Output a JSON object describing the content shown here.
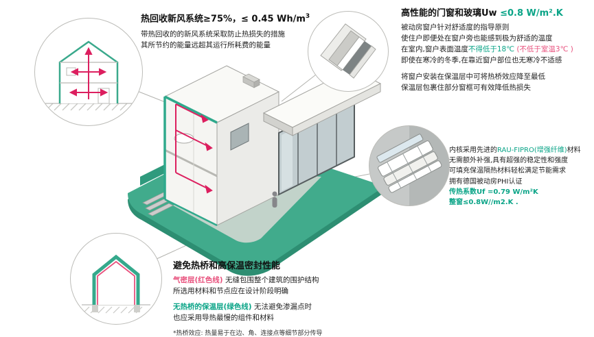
{
  "colors": {
    "accent_green": "#0aa487",
    "accent_pink": "#e8517d",
    "duct_red": "#dc1f5f",
    "ground_teal": "#41ab8c"
  },
  "heat_recovery": {
    "title": "热回收新风系统≥75%，≤ 0.45 Wh/m",
    "title_sup": "3",
    "lines": [
      "带热回收的的新风系统采取防止热损失的措施",
      "其所节约的能量远超其运行所耗费的能量"
    ]
  },
  "windows": {
    "title_black": "高性能的门窗和玻璃Uw ",
    "title_green": "≤0.8 W/m².K",
    "p1": [
      "被动房窗户针对舒适度的指导原则",
      "使住户即便处在窗户旁也能感到极为舒适的温度"
    ],
    "line3_black": "在室内,窗户表面温度",
    "line3_green": "不得低于18℃",
    "line3_pink": " (不低于室温3℃ )",
    "line4": "即使在寒冷的冬季,在靠近窗户部位也无寒冷不适感",
    "p2": [
      "将窗户安装在保温层中可将热桥效应降至最低",
      "保温层包裹住部分窗框可有效降低热损失"
    ]
  },
  "profile": {
    "l1_black": "内核采用先进的",
    "l1_green": "RAU-FIPRO(增强纤维)",
    "l1_black2": "材料",
    "lines": [
      "无需额外补强,具有超强的稳定性和强度",
      "可填充保温隔热材料轻松满足节能需求",
      "拥有德国被动房PHI认证"
    ],
    "green1": "传热系数Uf =0.79 W/m²K",
    "green2": "整窗≤0.8W//m2.K ."
  },
  "thermal": {
    "title": "避免热桥和高保温密封性能",
    "airtight_label": "气密层(红色线)",
    "airtight_rest": " 无缝包围整个建筑的围护结构",
    "airtight_line2": "所选用材料和节点应在设计阶段明确",
    "insul_label": "无热桥的保温层(绿色线)",
    "insul_rest": " 无法避免渗漏点时",
    "insul_line2": "也应采用导热最慢的组件和材料",
    "footnote": "*热桥效应: 热量易于在边、角、连接点等细节部分传导"
  }
}
